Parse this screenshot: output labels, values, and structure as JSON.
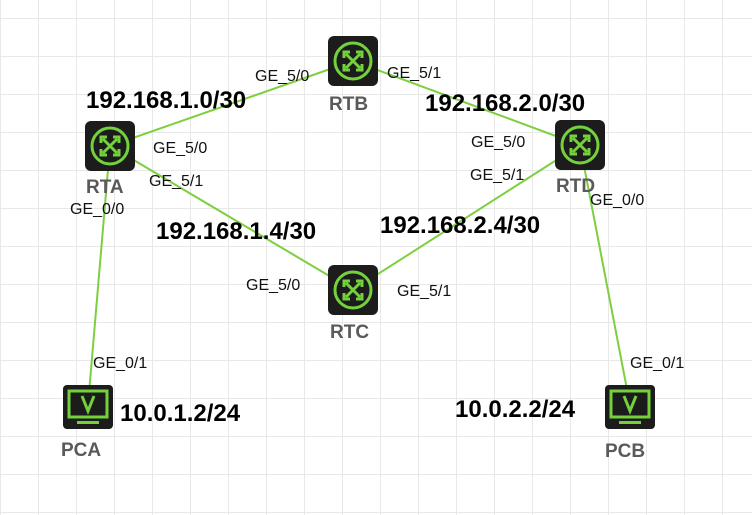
{
  "colors": {
    "link": "#7dcf3f",
    "device_body": "#1c1c1c",
    "device_accent": "#75d13b"
  },
  "devices": {
    "rta": {
      "name": "RTA",
      "type": "router"
    },
    "rtb": {
      "name": "RTB",
      "type": "router"
    },
    "rtc": {
      "name": "RTC",
      "type": "router"
    },
    "rtd": {
      "name": "RTD",
      "type": "router"
    },
    "pca": {
      "name": "PCA",
      "type": "pc"
    },
    "pcb": {
      "name": "PCB",
      "type": "pc"
    }
  },
  "networks": {
    "ab": "192.168.1.0/30",
    "bd": "192.168.2.0/30",
    "ac": "192.168.1.4/30",
    "cd": "192.168.2.4/30",
    "pca_ip": "10.0.1.2/24",
    "pcb_ip": "10.0.2.2/24"
  },
  "ports": {
    "rtb_left": "GE_5/0",
    "rtb_right": "GE_5/1",
    "rta_ge50": "GE_5/0",
    "rta_ge51": "GE_5/1",
    "rta_ge00": "GE_0/0",
    "rtd_ge50": "GE_5/0",
    "rtd_ge51": "GE_5/1",
    "rtd_ge00": "GE_0/0",
    "rtc_left": "GE_5/0",
    "rtc_right": "GE_5/1",
    "pca_ge01": "GE_0/1",
    "pcb_ge01": "GE_0/1"
  },
  "links": [
    {
      "from": "rta",
      "to": "rtb"
    },
    {
      "from": "rtb",
      "to": "rtd"
    },
    {
      "from": "rta",
      "to": "rtc"
    },
    {
      "from": "rtc",
      "to": "rtd"
    },
    {
      "from": "rta",
      "to": "pca"
    },
    {
      "from": "rtd",
      "to": "pcb"
    }
  ]
}
